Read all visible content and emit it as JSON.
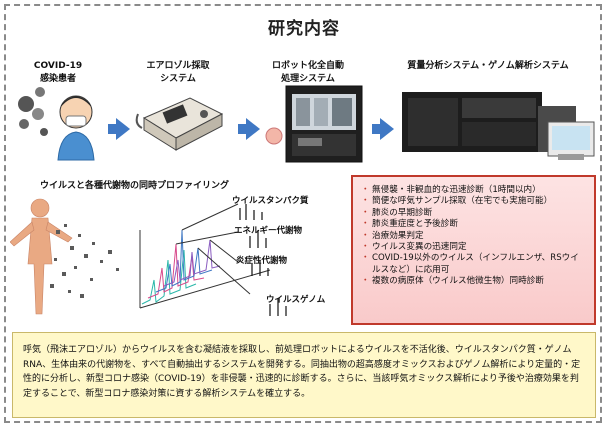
{
  "title": "研究内容",
  "stages": [
    {
      "label": "COVID-19\n感染患者"
    },
    {
      "label": "エアロゾル採取\nシステム"
    },
    {
      "label": "ロボット化全自動\n処理システム"
    },
    {
      "label": "質量分析システム・ゲノム解析システム"
    }
  ],
  "profiling": {
    "title": "ウイルスと各種代謝物の同時プロファイリング",
    "labels": [
      "ウイルスタンパク質",
      "エネルギー代謝物",
      "炎症性代謝物",
      "ウイルスゲノム"
    ]
  },
  "benefits": [
    "無侵襲・非観血的な迅速診断（1時間以内）",
    "簡便な呼気サンプル採取（在宅でも実施可能）",
    "肺炎の早期診断",
    "肺炎重症度と予後診断",
    "治療効果判定",
    "ウイルス変異の迅速同定",
    "COVID-19以外のウイルス（インフルエンザ、RSウイルスなど）に応用可",
    "複数の病原体（ウイルス他微生物）同時診断"
  ],
  "summary": "呼気（飛沫エアロゾル）からウイルスを含む凝結液を採取し、前処理ロボットによるウイルスを不活化後、ウイルスタンパク質・ゲノムRNA、生体由来の代謝物を、すべて自動抽出するシステムを開発する。同抽出物の超高感度オミックスおよびゲノム解析により定量的・定性的に分析し、新型コロナ感染（COVID-19）を非侵襲・迅速的に診断する。さらに、当該呼気オミックス解析により予後や治療効果を判定することで、新型コロナ感染対策に資する解析システムを確立する。"
}
